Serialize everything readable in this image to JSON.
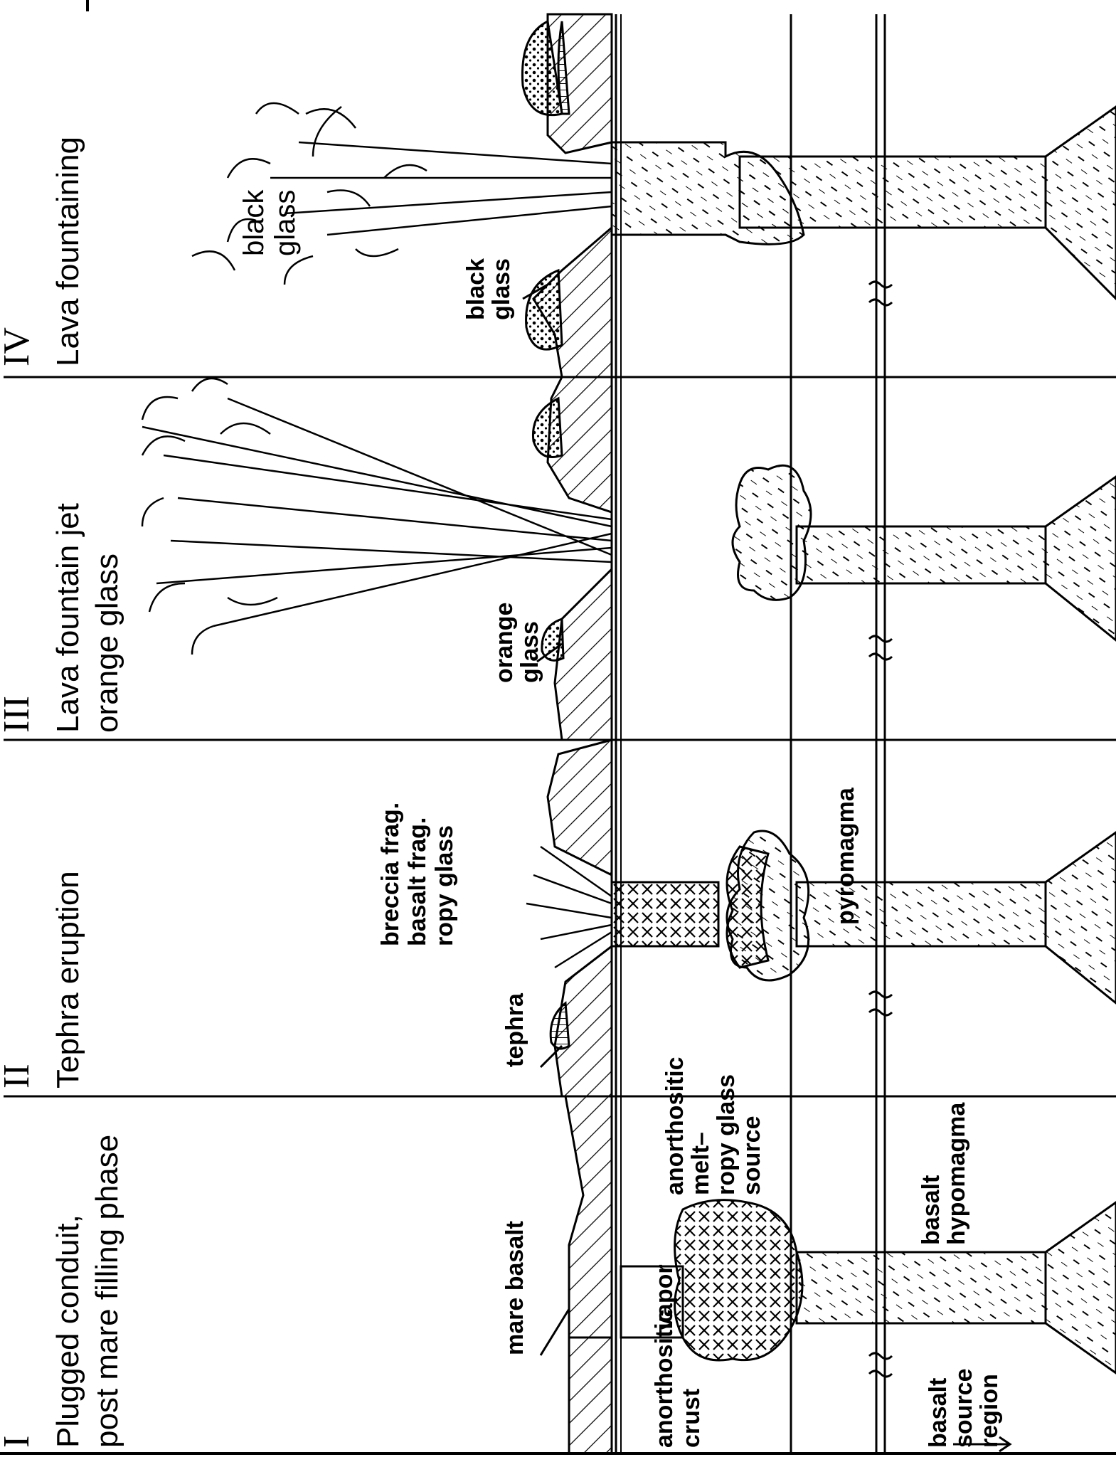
{
  "panels": [
    {
      "numeral": "I",
      "title_lines": [
        "Plugged conduit,",
        "post mare filling phase"
      ]
    },
    {
      "numeral": "II",
      "title_lines": [
        "Tephra eruption"
      ]
    },
    {
      "numeral": "III",
      "title_lines": [
        "Lava fountain jet",
        "orange glass"
      ]
    },
    {
      "numeral": "IV",
      "title_lines": [
        "Lava fountaining"
      ]
    }
  ],
  "labels": {
    "mare_basalt": "mare basalt",
    "anorthositic_crust": [
      "anorthositic",
      "crust"
    ],
    "vapor": "vapor",
    "melt_source": [
      "anorthositic",
      "melt–",
      "ropy glass",
      "source"
    ],
    "basalt_hypomagma": [
      "basalt",
      "hypomagma"
    ],
    "basalt_source_region": [
      "basalt",
      "source",
      "region"
    ],
    "tephra": "tephra",
    "ejecta": [
      "breccia frag.",
      "basalt frag.",
      "ropy glass"
    ],
    "pyromagma": "pyromagma",
    "orange_glass": [
      "orange",
      "glass"
    ],
    "black_glass_deposit": [
      "black",
      "glass"
    ],
    "black_glass_spray": [
      "black",
      "glass"
    ]
  },
  "colors": {
    "ink": "#000000",
    "paper": "#ffffff"
  }
}
